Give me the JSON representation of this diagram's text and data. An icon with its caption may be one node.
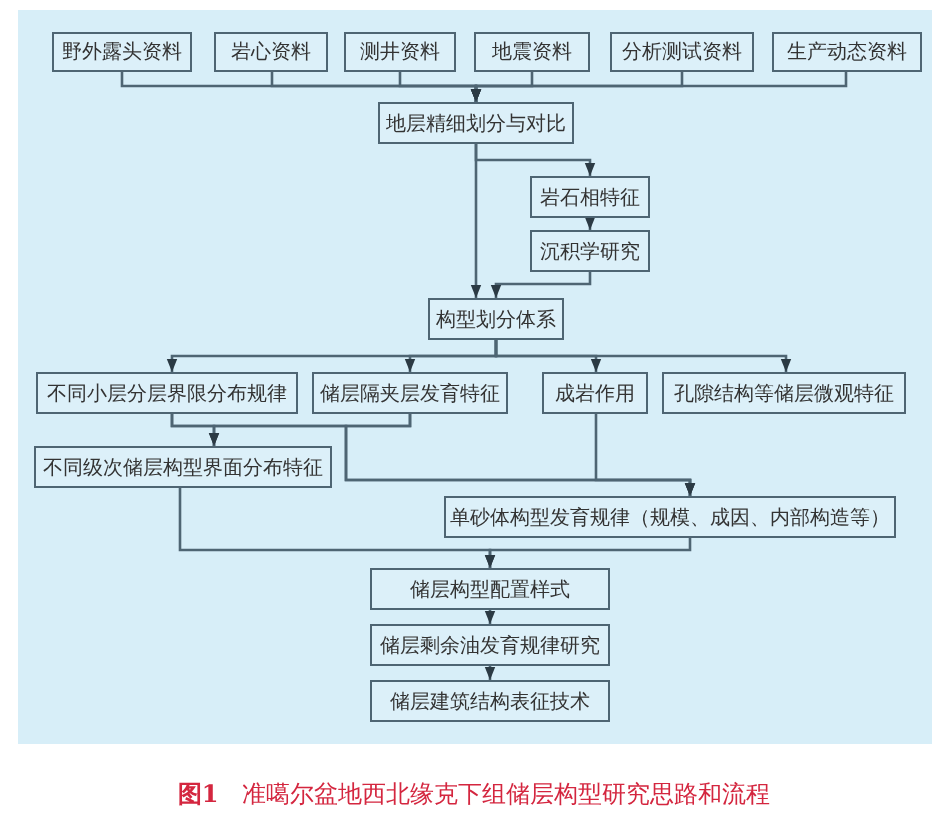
{
  "diagram": {
    "caption": "**图1**　准噶尔盆地西北缘克下组储层构型研究思路和流程",
    "nodes": [
      {
        "text": [
          "野外露头资料"
        ]
      },
      {
        "text": [
          "岩心资料"
        ]
      },
      {
        "text": [
          "测井资料"
        ]
      },
      {
        "text": [
          "地震资料"
        ]
      },
      {
        "text": [
          "分析测试资料"
        ]
      },
      {
        "text": [
          "生产动态资料"
        ]
      },
      {
        "text": [
          "地层精细划分与对比"
        ]
      },
      {
        "text": [
          "岩石相特征"
        ]
      },
      {
        "text": [
          "沉积学研究"
        ]
      },
      {
        "text": [
          "构型划分体系"
        ]
      },
      {
        "text": [
          "不同小层分层界限分布规律"
        ]
      },
      {
        "text": [
          "储层隔夹层发育特征"
        ]
      },
      {
        "text": [
          "成岩作用"
        ]
      },
      {
        "text": [
          "孔隙结构等储层微观特征"
        ]
      },
      {
        "text": [
          "不同级次储层构型界面分布特征"
        ]
      },
      {
        "text": [
          "单砂体构型发育规律（规模、成因、内部构造等）"
        ]
      },
      {
        "text": [
          "储层构型配置样式"
        ]
      },
      {
        "text": [
          "储层剩余油发育规律研究"
        ]
      },
      {
        "text": [
          "储层建筑结构表征技术"
        ]
      }
    ],
    "edges": [
      {
        "from": 0,
        "to": 6,
        "arrow": "to"
      },
      {
        "from": 1,
        "to": 6,
        "arrow": "to"
      },
      {
        "from": 2,
        "to": 6,
        "arrow": "to"
      },
      {
        "from": 3,
        "to": 6,
        "arrow": "to"
      },
      {
        "from": 4,
        "to": 6,
        "arrow": "to"
      },
      {
        "from": 5,
        "to": 6,
        "arrow": "to"
      },
      {
        "from": 6,
        "to": 7,
        "arrow": "to"
      },
      {
        "from": 7,
        "to": 8,
        "arrow": "to"
      },
      {
        "from": 8,
        "to": 9,
        "arrow": "to"
      },
      {
        "from": 6,
        "to": 9,
        "arrow": "to"
      },
      {
        "from": 9,
        "to": 10,
        "arrow": "to"
      },
      {
        "from": 9,
        "to": 11,
        "arrow": "to"
      },
      {
        "from": 9,
        "to": 12,
        "arrow": "to"
      },
      {
        "from": 9,
        "to": 13,
        "arrow": "to"
      },
      {
        "from": 10,
        "to": 14,
        "arrow": "to"
      },
      {
        "from": 11,
        "to": 14,
        "arrow": "to"
      },
      {
        "from": 10,
        "to": 15,
        "arrow": "to"
      },
      {
        "from": 11,
        "to": 15,
        "arrow": "to"
      },
      {
        "from": 12,
        "to": 15,
        "arrow": "to"
      },
      {
        "from": 14,
        "to": 16,
        "arrow": "to"
      },
      {
        "from": 15,
        "to": 16,
        "arrow": "to"
      },
      {
        "from": 16,
        "to": 17,
        "arrow": "to"
      },
      {
        "from": 17,
        "to": 18,
        "arrow": "to"
      }
    ]
  }
}
